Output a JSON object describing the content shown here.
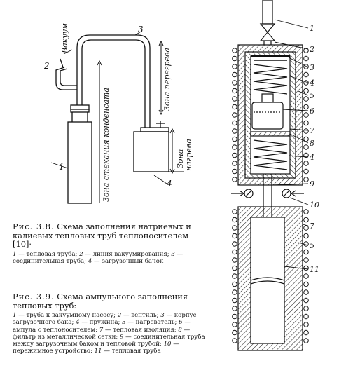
{
  "colors": {
    "ink": "#111111",
    "paper": "#ffffff",
    "hatch": "#222222"
  },
  "figure_3_8": {
    "callouts": {
      "n1": "1",
      "n2": "2",
      "n3": "3",
      "n4": "4"
    },
    "vacuum_label": "Вакуум",
    "zone_overheat": "Зона перегрева",
    "zone_heating_1": "Зона",
    "zone_heating_2": "нагрева",
    "zone_condensate": "Зона стекания конденсата"
  },
  "figure_3_9": {
    "callouts": [
      "1",
      "2",
      "3",
      "4",
      "5",
      "6",
      "7",
      "8",
      "4",
      "9",
      "10",
      "7",
      "5",
      "11"
    ]
  },
  "caption_3_8": {
    "label": "Рис. 3.8.",
    "title": "Схема заполнения натриевых и калиевых тепловых труб теплоносителем [10]·",
    "legend": [
      {
        "num": "1",
        "text": "тепловая труба;"
      },
      {
        "num": "2",
        "text": "линия вакуумирования;"
      },
      {
        "num": "3",
        "text": "соединительная труба;"
      },
      {
        "num": "4",
        "text": "загрузочный бачок"
      }
    ]
  },
  "caption_3_9": {
    "label": "Рис. 3.9.",
    "title": "Схема ампульного заполнения тепловых труб:",
    "legend": [
      {
        "num": "1",
        "text": "труба к вакуумному насосу;"
      },
      {
        "num": "2",
        "text": "вентиль;"
      },
      {
        "num": "3",
        "text": "корпус загрузочного бака;"
      },
      {
        "num": "4",
        "text": "пружина;"
      },
      {
        "num": "5",
        "text": "нагреватель;"
      },
      {
        "num": "6",
        "text": "ампула с теплоносителем;"
      },
      {
        "num": "7",
        "text": "тепловая изоляция;"
      },
      {
        "num": "8",
        "text": "фильтр из металлической сетки;"
      },
      {
        "num": "9",
        "text": "соединительная труба между загрузочным баком и тепловой трубой;"
      },
      {
        "num": "10",
        "text": "пережимное устройство;"
      },
      {
        "num": "11",
        "text": "тепловая труба"
      }
    ]
  }
}
